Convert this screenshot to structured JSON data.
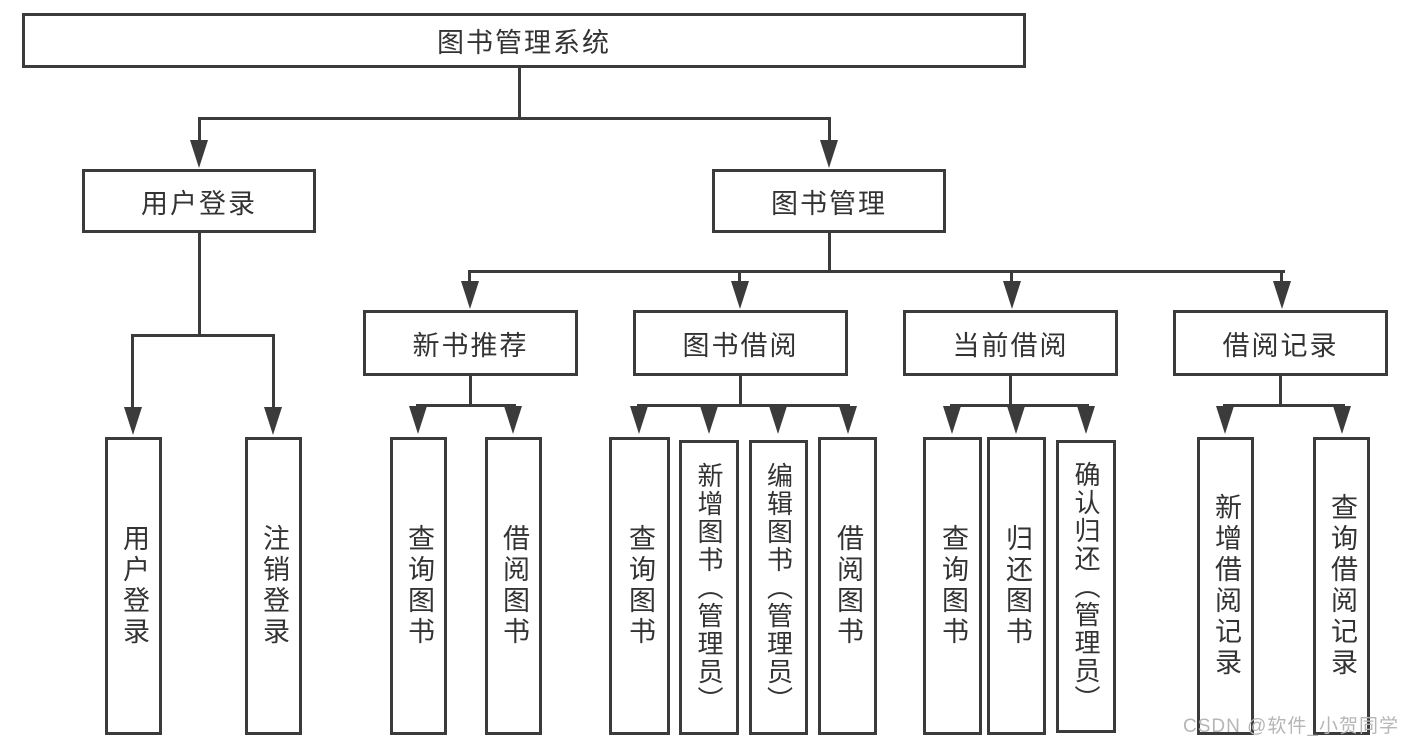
{
  "diagram": {
    "title": "图书管理系统",
    "nodes": {
      "root": "图书管理系统",
      "user_login": "用户登录",
      "book_mgmt": "图书管理",
      "new_book_rec": "新书推荐",
      "book_borrow": "图书借阅",
      "current_borrow": "当前借阅",
      "borrow_record": "借阅记录",
      "leaf_user_login": "用户登录",
      "leaf_logout": "注销登录",
      "leaf_nb_query": "查询图书",
      "leaf_nb_borrow": "借阅图书",
      "leaf_bb_query": "查询图书",
      "leaf_bb_add": "新增图书（管理员）",
      "leaf_bb_edit": "编辑图书（管理员）",
      "leaf_bb_borrow": "借阅图书",
      "leaf_cb_query": "查询图书",
      "leaf_cb_return": "归还图书",
      "leaf_cb_confirm": "确认归还（管理员）",
      "leaf_br_add": "新增借阅记录",
      "leaf_br_query": "查询借阅记录"
    },
    "hierarchy": {
      "图书管理系统": {
        "用户登录": [
          "用户登录",
          "注销登录"
        ],
        "图书管理": {
          "新书推荐": [
            "查询图书",
            "借阅图书"
          ],
          "图书借阅": [
            "查询图书",
            "新增图书（管理员）",
            "编辑图书（管理员）",
            "借阅图书"
          ],
          "当前借阅": [
            "查询图书",
            "归还图书",
            "确认归还（管理员）"
          ],
          "借阅记录": [
            "新增借阅记录",
            "查询借阅记录"
          ]
        }
      }
    },
    "watermark": "CSDN @软件_小贺同学",
    "colors": {
      "line": "#3b3b3b",
      "text": "#333333",
      "background": "#ffffff",
      "watermark": "#b6b6b6"
    }
  }
}
